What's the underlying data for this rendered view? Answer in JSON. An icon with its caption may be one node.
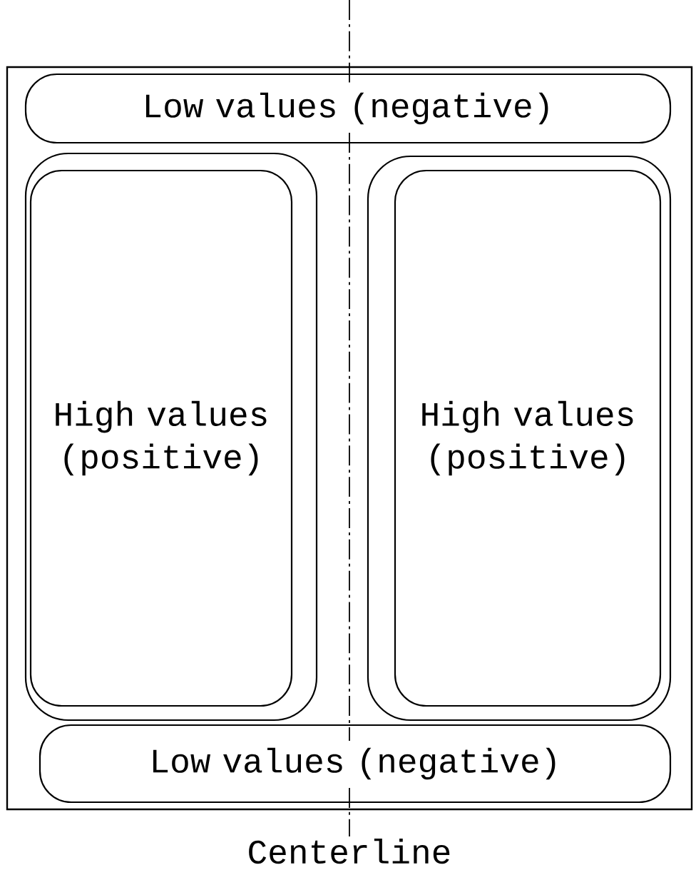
{
  "diagram": {
    "nodes": [
      {
        "text": [],
        "shape": "box"
      },
      {
        "text": [
          "Low values (negative)"
        ],
        "in": 0
      },
      {
        "text": [],
        "shape": "contour",
        "in": 0
      },
      {
        "text": [
          "High values (positive)"
        ],
        "in": 2
      },
      {
        "text": [],
        "shape": "contour",
        "in": 0
      },
      {
        "text": [
          "High values (positive)"
        ],
        "in": 4
      },
      {
        "text": [
          "Low values (negative)"
        ],
        "in": 0
      }
    ],
    "edges": [],
    "labels": [
      "Centerline"
    ]
  }
}
